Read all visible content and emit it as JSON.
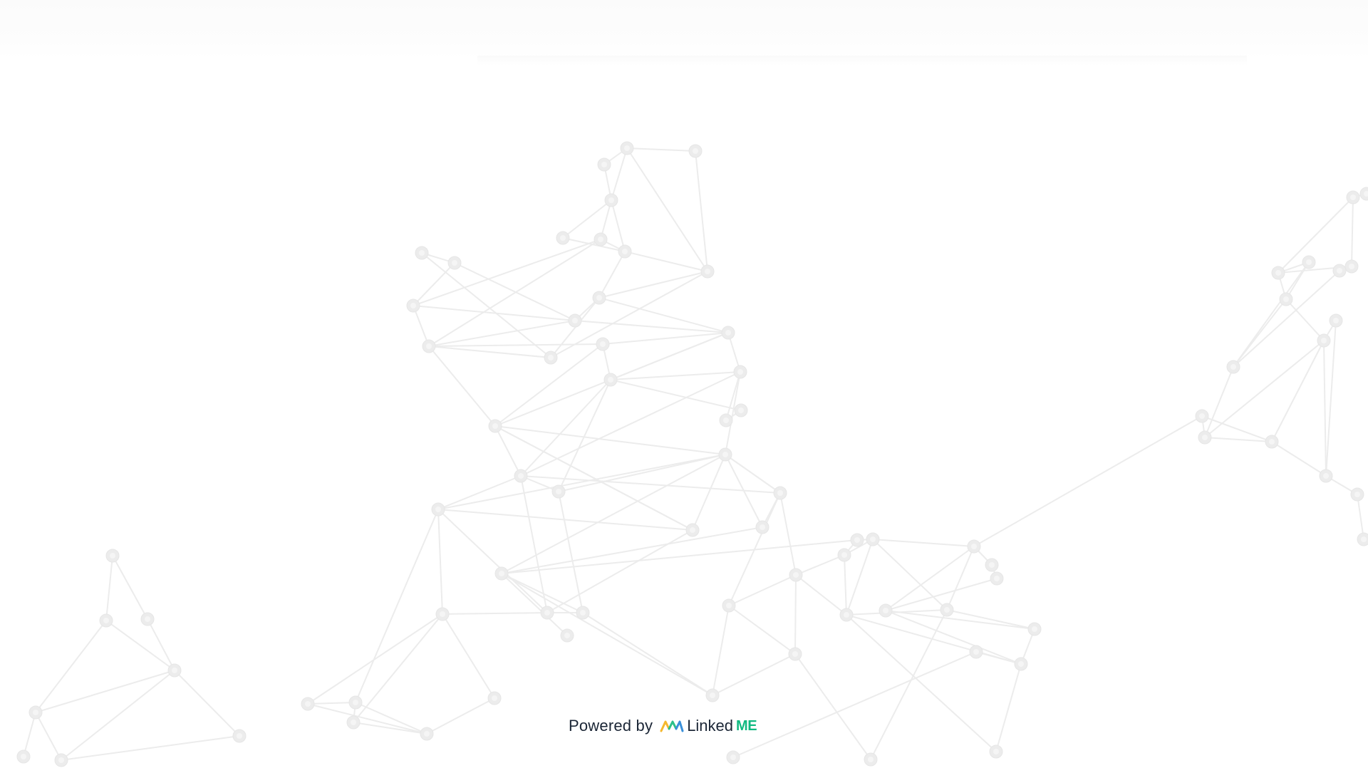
{
  "footer": {
    "powered_by": "Powered by",
    "brand_name": "Linked",
    "brand_suffix": "ME"
  },
  "colors": {
    "background": "#ffffff",
    "network": "#ececec",
    "text": "#1b2636",
    "brand_accent": "#10b981",
    "logo_yellow": "#f5b82e",
    "logo_green": "#2bbf8a",
    "logo_blue": "#3a8fd9"
  },
  "icons": {
    "brand_logo": "linkedme-logo-icon",
    "background": "network-mesh-decoration"
  }
}
